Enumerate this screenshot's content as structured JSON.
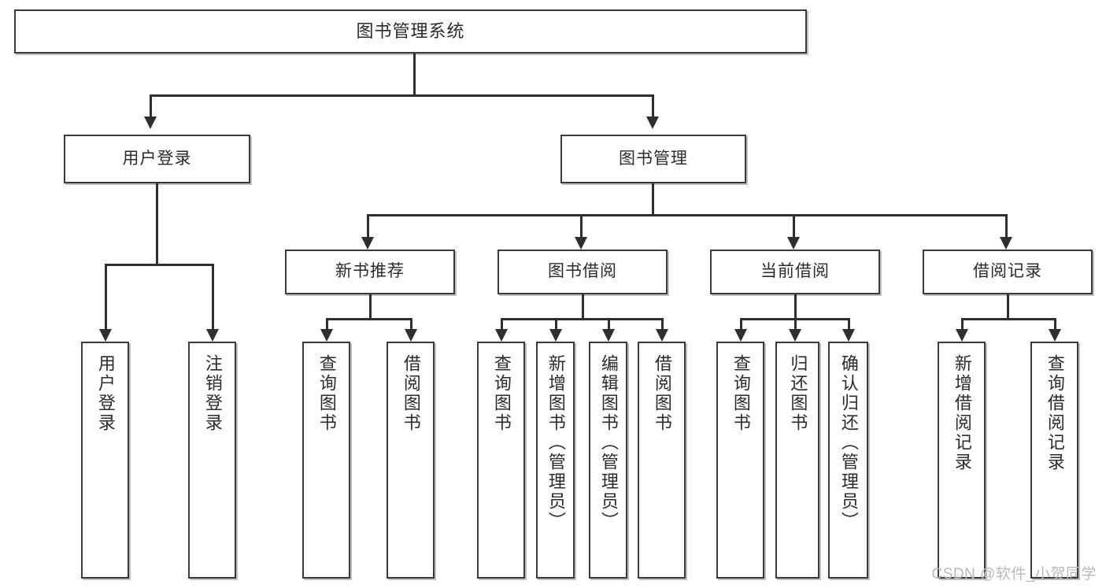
{
  "diagram": {
    "title": "图书管理系统",
    "watermark": "CSDN @软件_小贺同学"
  },
  "root": {
    "label": "图书管理系统"
  },
  "level2": [
    {
      "label": "用户登录"
    },
    {
      "label": "图书管理"
    }
  ],
  "level3": [
    {
      "label": "新书推荐"
    },
    {
      "label": "图书借阅"
    },
    {
      "label": "当前借阅"
    },
    {
      "label": "借阅记录"
    }
  ],
  "leaves": {
    "user_login": [
      {
        "label": "用户登录"
      },
      {
        "label": "注销登录"
      }
    ],
    "new_book": [
      {
        "label": "查询图书"
      },
      {
        "label": "借阅图书"
      }
    ],
    "book_borrow": [
      {
        "label": "查询图书"
      },
      {
        "label": "新增图书（管理员）"
      },
      {
        "label": "编辑图书（管理员）"
      },
      {
        "label": "借阅图书"
      }
    ],
    "current_borrow": [
      {
        "label": "查询图书"
      },
      {
        "label": "归还图书"
      },
      {
        "label": "确认归还（管理员）"
      }
    ],
    "borrow_record": [
      {
        "label": "新增借阅记录"
      },
      {
        "label": "查询借阅记录"
      }
    ]
  },
  "colors": {
    "border": "#3a3a3a",
    "line": "#2f2f2f",
    "text": "#2b2b2b",
    "background": "#ffffff",
    "watermark": "#b9b9b9"
  }
}
